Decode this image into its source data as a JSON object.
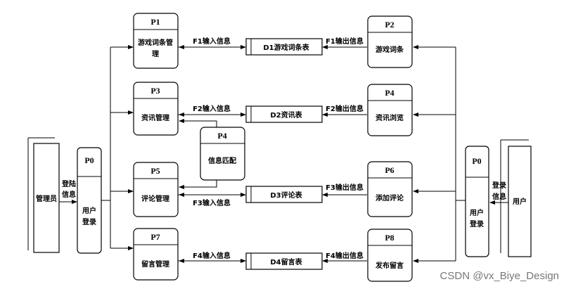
{
  "processes": {
    "p1": {
      "id": "P1",
      "label_line1": "游戏词条管",
      "label_line2": "理"
    },
    "p2": {
      "id": "P2",
      "label": "游戏词条"
    },
    "p3": {
      "id": "P3",
      "label": "资讯管理"
    },
    "p4": {
      "id": "P4",
      "label": "资讯浏览"
    },
    "p5": {
      "id": "P5",
      "label": "评论管理"
    },
    "p6": {
      "id": "P6",
      "label": "添加评论"
    },
    "p7": {
      "id": "P7",
      "label": "留言管理"
    },
    "p8": {
      "id": "P8",
      "label": "发布留言"
    },
    "match": {
      "id": "P4",
      "label": "信息匹配"
    },
    "p0_left": {
      "id": "P0",
      "label_line1": "用户",
      "label_line2": "登录"
    },
    "p0_right": {
      "id": "P0",
      "label_line1": "用户",
      "label_line2": "登录"
    }
  },
  "stores": {
    "d1": "D1游戏词条表",
    "d2": "D2资讯表",
    "d3": "D3评论表",
    "d4": "D4留言表"
  },
  "flows": {
    "f1_in": "F1输入信息",
    "f1_out": "F1输出信息",
    "f2_in": "F2输入信息",
    "f2_out": "F2输出信息",
    "f3_out": "F3输出信息",
    "f3_in": "F3输入信息",
    "f4_in": "F4输入信息",
    "f4_out": "F4输出信息",
    "admin_login_line1": "登陆",
    "admin_login_line2": "信息",
    "user_login_line1": "登录",
    "user_login_line2": "信息"
  },
  "entities": {
    "admin": "管理员",
    "user": "用户"
  },
  "watermark": "CSDN @vx_Biye_Design"
}
